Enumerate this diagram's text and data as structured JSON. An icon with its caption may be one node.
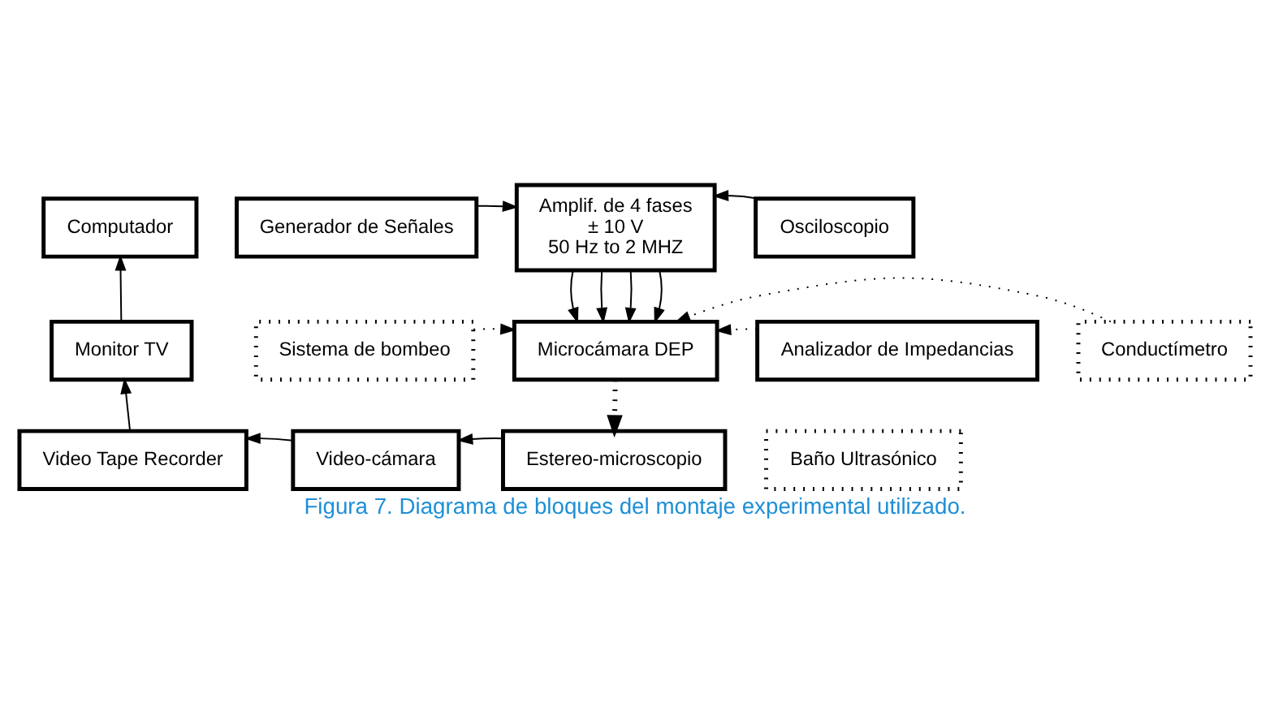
{
  "diagram": {
    "caption": "Figura 7. Diagrama de bloques del montaje experimental utilizado.",
    "nodes": [
      {
        "text": [
          "Generador de Señales"
        ]
      },
      {
        "text": [
          "Amplif. de 4 fases",
          "± 10 V",
          "50 Hz to 2 MHZ"
        ]
      },
      {
        "text": [
          "Osciloscopio"
        ]
      },
      {
        "text": [
          "Computador"
        ]
      },
      {
        "text": [
          "Sistema de bombeo"
        ]
      },
      {
        "text": [
          "Microcámara DEP"
        ]
      },
      {
        "text": [
          "Analizador de Impedancias"
        ]
      },
      {
        "text": [
          "Conductímetro"
        ]
      },
      {
        "text": [
          "Monitor TV"
        ]
      },
      {
        "text": [
          "Video Tape Recorder"
        ]
      },
      {
        "text": [
          "Video-cámara"
        ]
      },
      {
        "text": [
          "Estereo-microscopio"
        ]
      },
      {
        "text": [
          "Baño Ultrasónico"
        ]
      }
    ],
    "edges": [
      {
        "from": 0,
        "to": 1,
        "arrow": "to"
      },
      {
        "from": 2,
        "to": 1,
        "arrow": "to"
      },
      {
        "from": 1,
        "to": 5,
        "arrow": "to"
      },
      {
        "from": 1,
        "to": 5,
        "arrow": "to"
      },
      {
        "from": 1,
        "to": 5,
        "arrow": "to"
      },
      {
        "from": 1,
        "to": 5,
        "arrow": "to"
      },
      {
        "from": 4,
        "to": 5,
        "arrow": "to",
        "style": "dashed"
      },
      {
        "from": 6,
        "to": 5,
        "arrow": "to",
        "style": "dashed"
      },
      {
        "from": 7,
        "to": 5,
        "arrow": "to",
        "style": "dashed"
      },
      {
        "from": 5,
        "to": 11,
        "arrow": "to",
        "style": "dashed"
      },
      {
        "from": 11,
        "to": 10,
        "arrow": "to"
      },
      {
        "from": 10,
        "to": 9,
        "arrow": "to"
      },
      {
        "from": 9,
        "to": 8,
        "arrow": "to"
      },
      {
        "from": 8,
        "to": 3,
        "arrow": "to"
      }
    ]
  }
}
